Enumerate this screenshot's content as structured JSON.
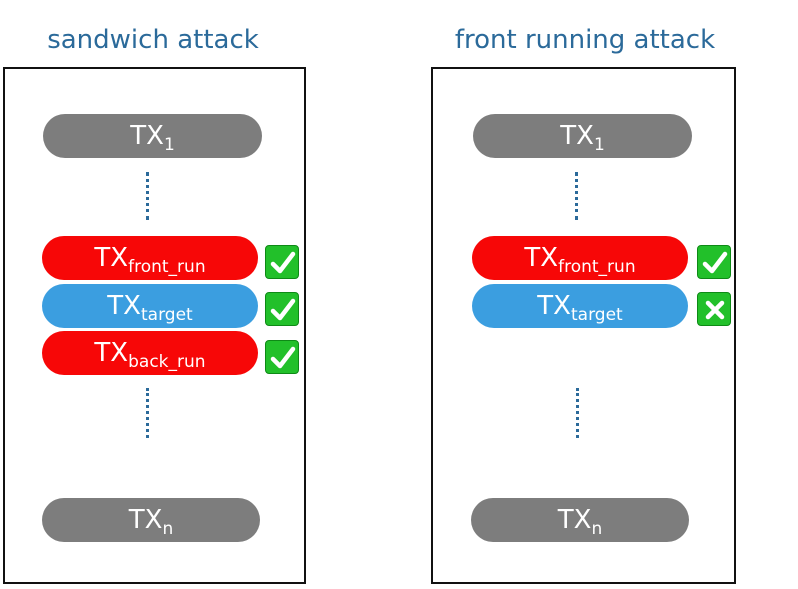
{
  "panels": [
    {
      "title": "sandwich attack",
      "transactions": [
        {
          "base": "TX",
          "sub": "1"
        },
        {
          "base": "TX",
          "sub": "front_run",
          "status": "check"
        },
        {
          "base": "TX",
          "sub": "target",
          "status": "check"
        },
        {
          "base": "TX",
          "sub": "back_run",
          "status": "check"
        },
        {
          "base": "TX",
          "sub": "n"
        }
      ]
    },
    {
      "title": "front running attack",
      "transactions": [
        {
          "base": "TX",
          "sub": "1"
        },
        {
          "base": "TX",
          "sub": "front_run",
          "status": "check"
        },
        {
          "base": "TX",
          "sub": "target",
          "status": "cross"
        },
        {
          "base": "TX",
          "sub": "n"
        }
      ]
    }
  ],
  "colors": {
    "title": "#2b6a9a",
    "regular_tx": "#7d7d7d",
    "attacker_tx": "#f70707",
    "victim_tx": "#3b9ee0",
    "status_ok": "#22c02a",
    "status_fail": "#22c02a"
  },
  "icons": {
    "check": "check-mark-icon",
    "cross": "cross-mark-icon"
  }
}
